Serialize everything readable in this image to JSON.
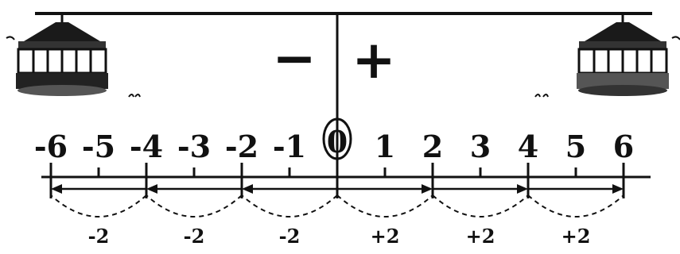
{
  "signs": {
    "left": "−",
    "right": "+"
  },
  "tick_labels": [
    "-6",
    "-5",
    "-4",
    "-3",
    "-2",
    "-1",
    "0",
    "1",
    "2",
    "3",
    "4",
    "5",
    "6"
  ],
  "steps": [
    {
      "label": "-2",
      "from": 0,
      "to": -2
    },
    {
      "label": "-2",
      "from": -2,
      "to": -4
    },
    {
      "label": "-2",
      "from": -4,
      "to": -6
    },
    {
      "label": "+2",
      "from": 0,
      "to": 2
    },
    {
      "label": "+2",
      "from": 2,
      "to": 4
    },
    {
      "label": "+2",
      "from": 4,
      "to": 6
    }
  ],
  "icons": [
    "carousel-icon",
    "carousel-icon"
  ]
}
